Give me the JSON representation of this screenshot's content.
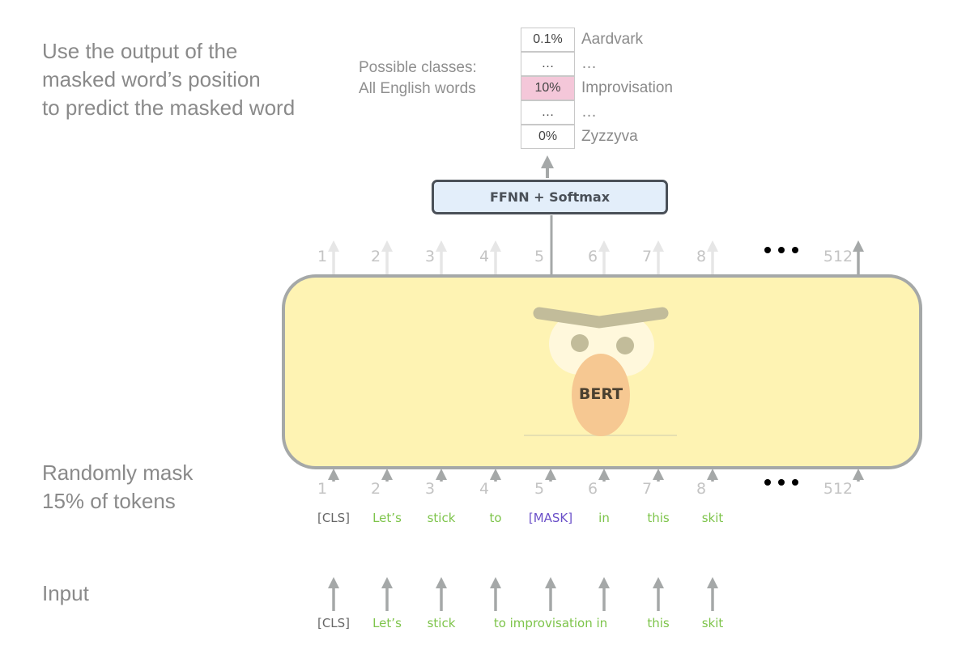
{
  "heading_top": [
    "Use the output of the",
    "masked word’s position",
    "to predict the masked word"
  ],
  "heading_mask": [
    "Randomly mask",
    "15% of tokens"
  ],
  "heading_input": "Input",
  "classes_label": [
    "Possible classes:",
    "All English words"
  ],
  "output_table": [
    {
      "prob": "0.1%",
      "word": "Aardvark",
      "highlight": false
    },
    {
      "prob": "…",
      "word": "…",
      "highlight": false
    },
    {
      "prob": "10%",
      "word": "Improvisation",
      "highlight": true
    },
    {
      "prob": "…",
      "word": "…",
      "highlight": false
    },
    {
      "prob": "0%",
      "word": "Zyzzyva",
      "highlight": false
    }
  ],
  "ffnn_label": "FFNN + Softmax",
  "model_label": "BERT",
  "positions": [
    "1",
    "2",
    "3",
    "4",
    "5",
    "6",
    "7",
    "8"
  ],
  "last_position": "512",
  "masked_tokens": [
    "[CLS]",
    "Let’s",
    "stick",
    "to",
    "[MASK]",
    "in",
    "this",
    "skit"
  ],
  "input_tokens": [
    "[CLS]",
    "Let’s",
    "stick",
    "to improvisation in",
    "this",
    "skit"
  ],
  "colors": {
    "highlight": "#f4c7d9",
    "ffnn_fill": "#e3eefa",
    "bert_fill": "#fef3b3",
    "token_green": "#7dc44a",
    "mask_purple": "#6a4fc8"
  }
}
